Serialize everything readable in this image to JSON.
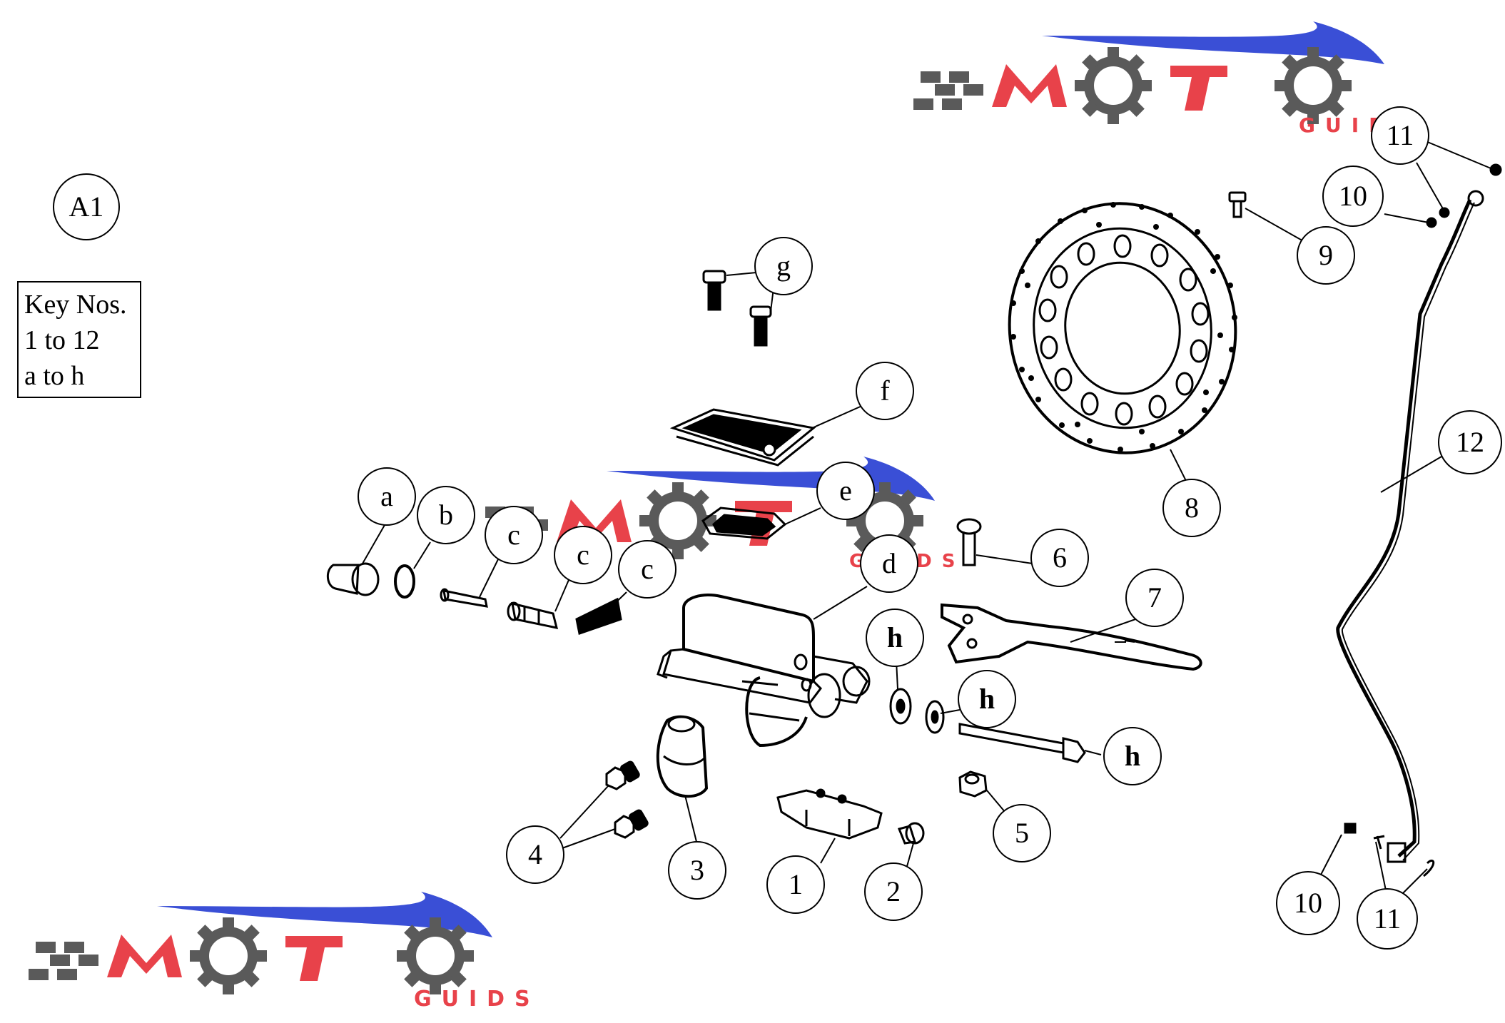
{
  "diagram": {
    "sheet_id": "A1",
    "key_box": [
      "Key Nos.",
      "1 to 12",
      "a to h"
    ],
    "callouts": {
      "p1": "1",
      "p2": "2",
      "p3": "3",
      "p4": "4",
      "p5": "5",
      "p6": "6",
      "p7": "7",
      "p8": "8",
      "p9": "9",
      "p10a": "10",
      "p10b": "10",
      "p11a": "11",
      "p11b": "11",
      "p12": "12",
      "a": "a",
      "b": "b",
      "c1": "c",
      "c2": "c",
      "c3": "c",
      "d": "d",
      "e": "e",
      "f": "f",
      "g": "g",
      "h1": "h",
      "h2": "h",
      "h3": "h"
    }
  },
  "watermark": {
    "brand": "MOTO",
    "tagline": "GUIDS"
  },
  "colors": {
    "line": "#000000",
    "brand_red": "#e8424a",
    "brand_blue": "#3a4fd6",
    "brand_gray": "#5a5a5a"
  }
}
